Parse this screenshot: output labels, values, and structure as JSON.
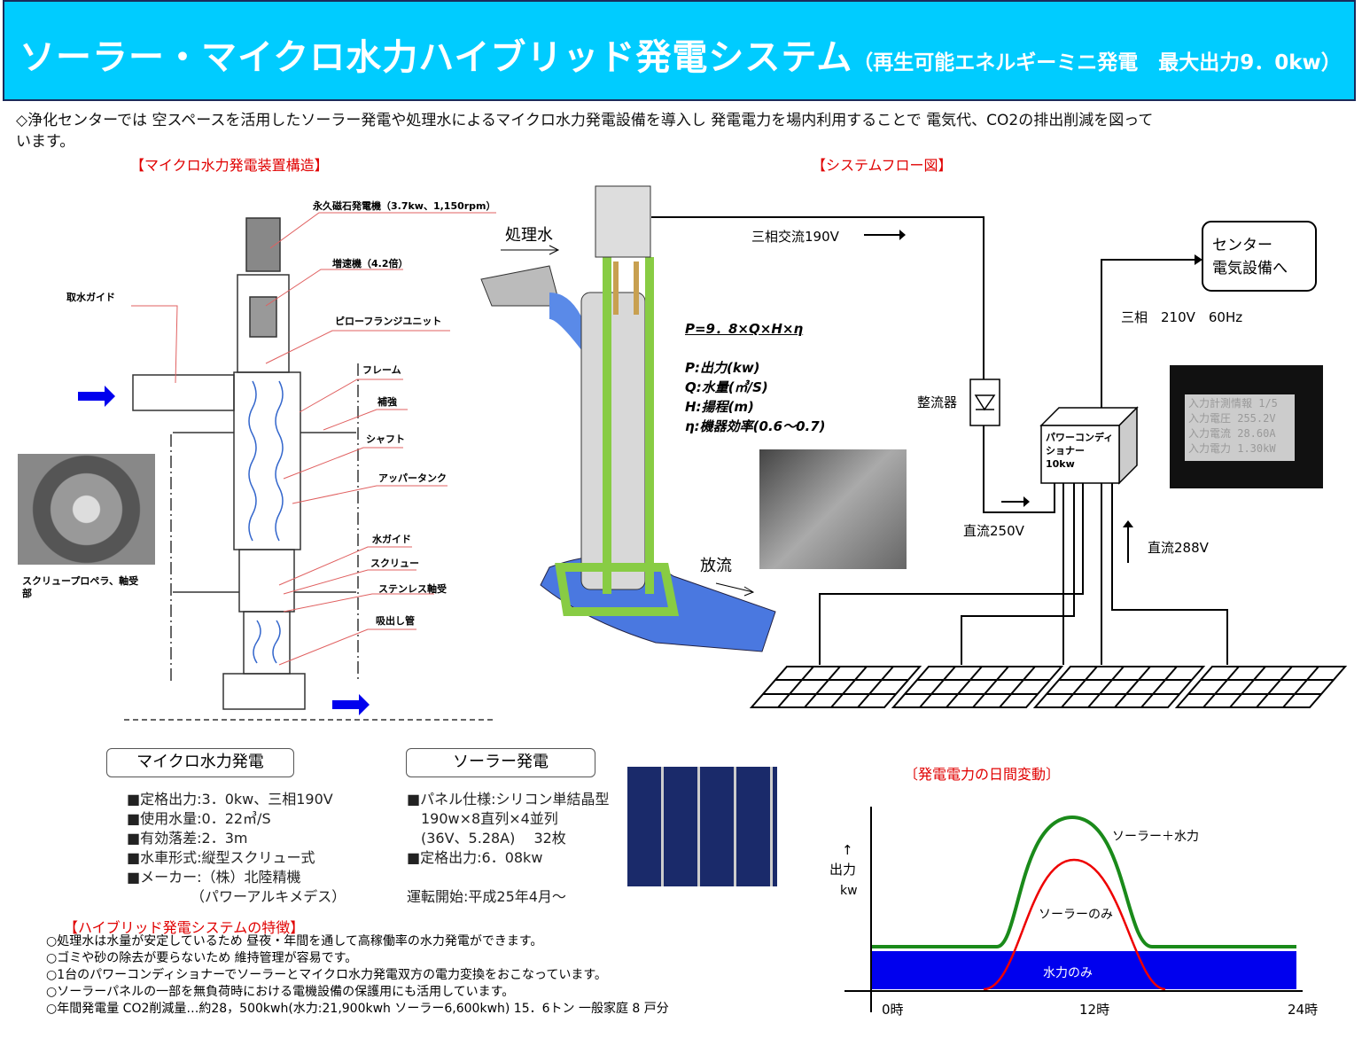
{
  "header": {
    "title": "ソーラー・マイクロ水力ハイブリッド発電システム",
    "subtitle": "（再生可能エネルギーミニ発電　最大出力9．0kw）"
  },
  "intro": {
    "line1": "◇浄化センターでは 空スペースを活用したソーラー発電や処理水によるマイクロ水力発電設備を導入し 発電電力を場内利用することで 電気代、CO2の排出削減を図って",
    "line2": "います。"
  },
  "sections": {
    "structure": "【マイクロ水力発電装置構造】",
    "flow": "【システムフロー図】"
  },
  "structure_labels": [
    "永久磁石発電機（3.7kw、1,150rpm）",
    "増速機（4.2倍）",
    "ピローフランジユニット",
    "フレーム",
    "補強",
    "シャフト",
    "アッパータンク",
    "水ガイド",
    "スクリュー",
    "ステンレス軸受",
    "吸出し管"
  ],
  "intake_label": "取水ガイド",
  "propeller_caption": [
    "スクリュープロペラ、軸受",
    "部"
  ],
  "flow": {
    "treated_water": "処理水",
    "discharge": "放流",
    "ac190": "三相交流190V",
    "rectifier": "整流器",
    "pcs": [
      "パワーコンディ",
      "ショナー",
      "10kw"
    ],
    "center": [
      "センター",
      "電気設備へ"
    ],
    "ac210": "三相　210V　60Hz",
    "dc250": "直流250V",
    "dc288": "直流288V"
  },
  "formula": {
    "main": "P=9．8×Q×H×η",
    "lines": [
      "P:出力(kw)",
      "Q:水量(㎥/S)",
      "H:揚程(m)",
      "η:機器効率(0.6～0.7)"
    ]
  },
  "lcd": [
    "入力計測情報  1/5",
    "入力電圧 255.2V",
    "入力電流 28.60A",
    "入力電力  1.30kW"
  ],
  "hydro": {
    "title": "マイクロ水力発電",
    "specs": [
      "■定格出力:3．0kw、三相190V",
      "■使用水量:0．22㎥/S",
      "■有効落差:2．3m",
      "■水車形式:縦型スクリュー式",
      "■メーカー:（株）北陸精機",
      "　　　　　（パワーアルキメデス）"
    ]
  },
  "solar": {
    "title": "ソーラー発電",
    "specs": [
      "■パネル仕様:シリコン単結晶型",
      "　190w×8直列×4並列",
      "　(36V、5.28A)　 32枚",
      "■定格出力:6．08kw"
    ],
    "start": "運転開始:平成25年4月～"
  },
  "features": {
    "title": "【ハイブリッド発電システムの特徴】",
    "items": [
      "○処理水は水量が安定しているため 昼夜・年間を通して高稼働率の水力発電ができます。",
      "○ゴミや砂の除去が要らないため 維持管理が容易です。",
      "○1台のパワーコンディショナーでソーラーとマイクロ水力発電双方の電力変換をおこなっています。",
      "○ソーラーパネルの一部を無負荷時における電機設備の保護用にも活用しています。",
      "○年間発電量 CO2削減量…約28，500kwh(水力:21,900kwh ソーラー6,600kwh) 15．6トン 一般家庭 8 戸分"
    ]
  },
  "daily_chart": {
    "title": "〔発電電力の日間変動〕",
    "ylabel": [
      "↑",
      "出力",
      "kw"
    ],
    "x_ticks": [
      "0時",
      "12時",
      "24時"
    ],
    "series": [
      "ソーラー＋水力",
      "ソーラーのみ",
      "水力のみ"
    ],
    "colors": {
      "total": "#1a8a1a",
      "solar": "#ee0000",
      "hydro": "#0000ee"
    }
  }
}
